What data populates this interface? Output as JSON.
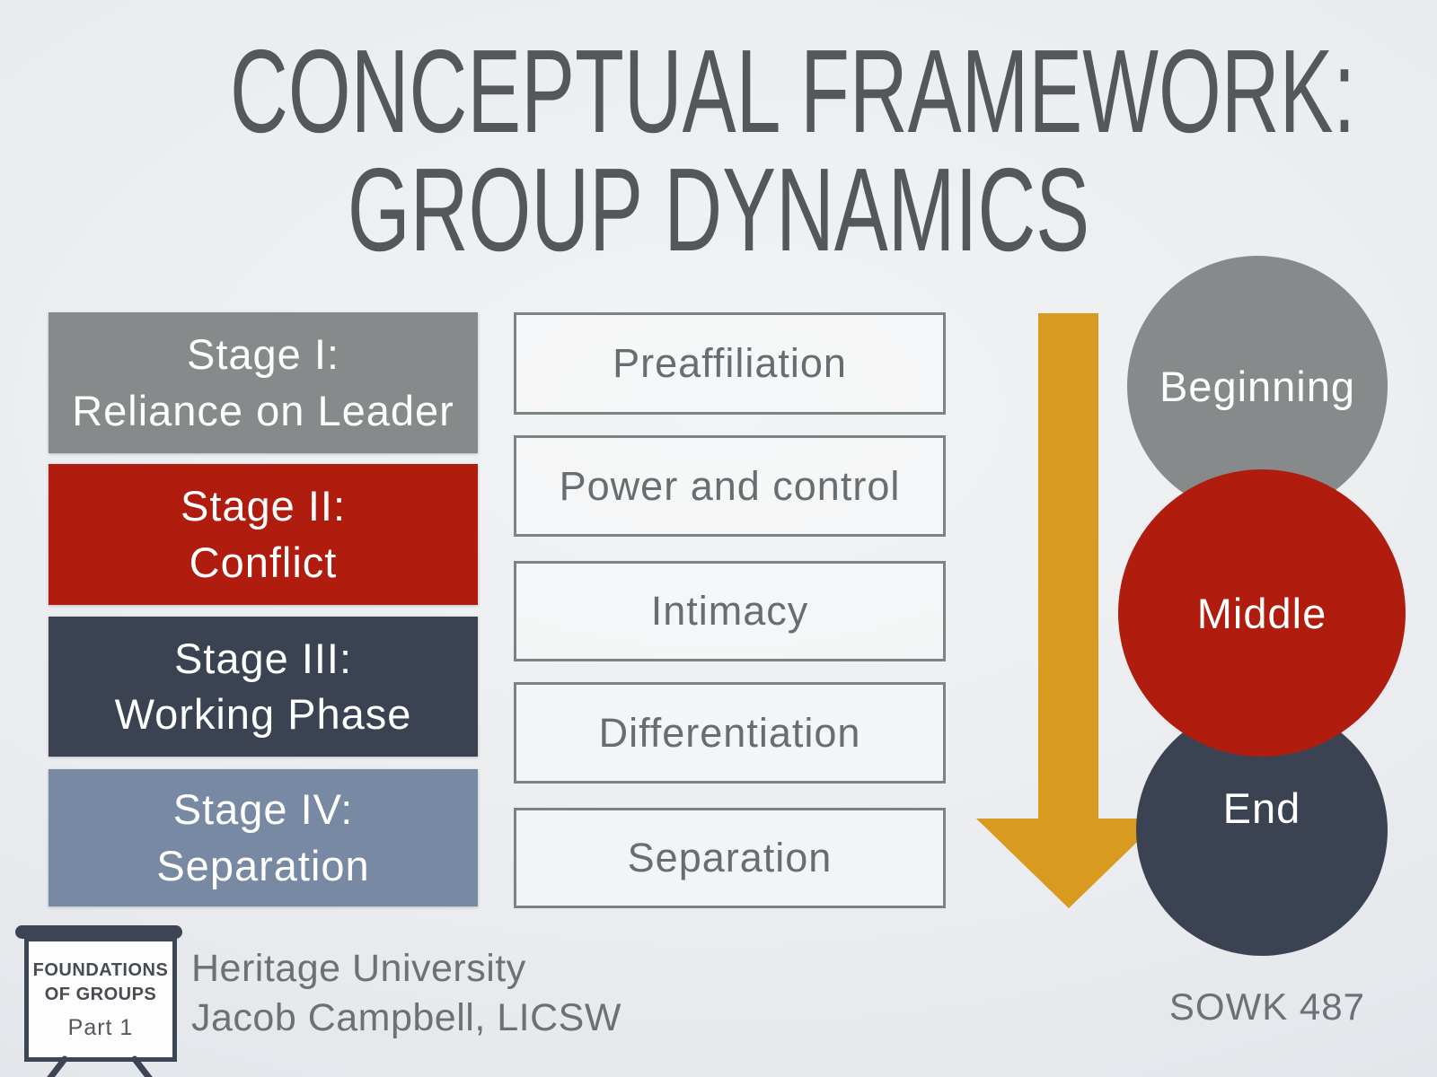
{
  "title": {
    "line1": "CONCEPTUAL FRAMEWORK:",
    "line2": "GROUP DYNAMICS"
  },
  "stages": {
    "items": [
      {
        "line1": "Stage I:",
        "line2": "Reliance on Leader",
        "color": "#868a8a"
      },
      {
        "line1": "Stage II:",
        "line2": "Conflict",
        "color": "#b01c0e"
      },
      {
        "line1": "Stage III:",
        "line2": "Working Phase",
        "color": "#3b4251"
      },
      {
        "line1": "Stage IV:",
        "line2": "Separation",
        "color": "#7889a3"
      }
    ]
  },
  "phases": {
    "items": [
      "Preaffiliation",
      "Power and control",
      "Intimacy",
      "Differentiation",
      "Separation"
    ]
  },
  "timeline": {
    "arrow_color": "#d89b20",
    "items": [
      {
        "label": "Beginning",
        "color": "#868a8a"
      },
      {
        "label": "Middle",
        "color": "#b01c0e"
      },
      {
        "label": "End",
        "color": "#3b4251"
      }
    ]
  },
  "badge": {
    "line1": "FOUNDATIONS",
    "line2": "OF GROUPS",
    "part": "Part 1"
  },
  "footer": {
    "institution": "Heritage University",
    "author": "Jacob Campbell, LICSW",
    "course": "SOWK 487"
  },
  "colors": {
    "background": "#e9ebee",
    "title_text": "#54585a",
    "box_gray": "#868a8a",
    "box_red": "#b01c0e",
    "box_slate": "#3b4251",
    "box_blue": "#7889a3",
    "outline_border": "#7c8386",
    "outline_text": "#676d70",
    "arrow_gold": "#d89b20",
    "easel_frame": "#3d4454",
    "credits_text": "#6c7175",
    "white_text": "#ffffff"
  }
}
